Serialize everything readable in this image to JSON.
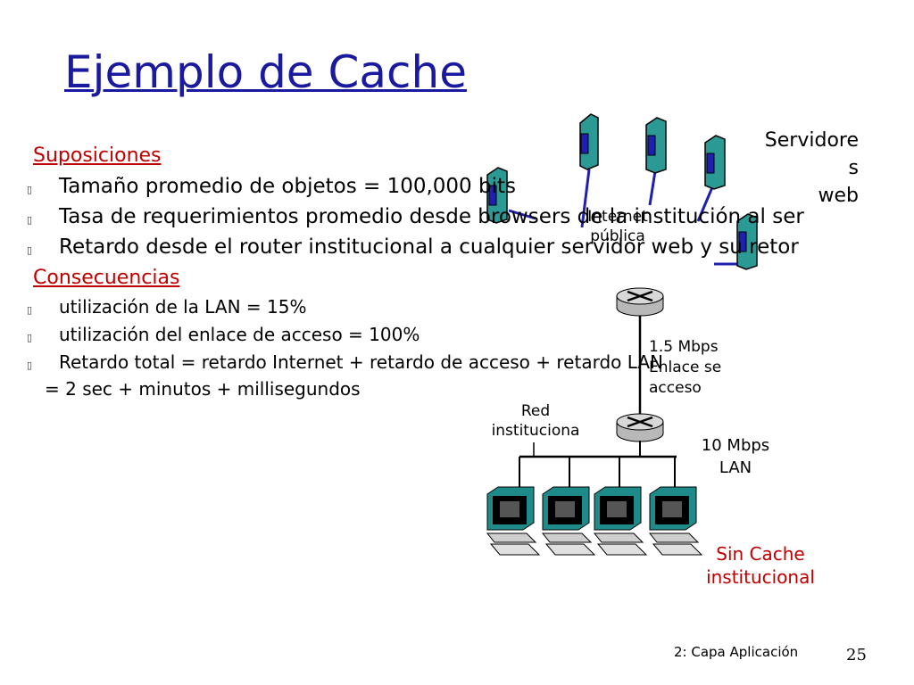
{
  "slide": {
    "title": "Ejemplo de Cache",
    "assumptions": {
      "heading": "Suposiciones",
      "items": [
        "Tamaño promedio de objetos = 100,000 bits",
        "Tasa de requerimientos promedio desde browsers de la institución al ser",
        "Retardo desde el router institucional a cualquier servidor web y su retor"
      ]
    },
    "consequences": {
      "heading": "Consecuencias",
      "items": [
        "utilización de la LAN = 15%",
        "utilización del enlace de acceso = 100%",
        "Retardo total = retardo Internet + retardo de acceso + retardo LAN"
      ],
      "continuation": "=  2 sec + minutos + millisegundos"
    },
    "bullet_marker": "▯"
  },
  "diagram": {
    "servers_label": [
      "Servidore",
      "s",
      "web"
    ],
    "internet_label": [
      "Internet",
      "pública"
    ],
    "access_link_label": [
      "1.5 Mbps",
      "Enlace se",
      "acceso"
    ],
    "institution_label": [
      "Red",
      "instituciona"
    ],
    "lan_label": [
      "10 Mbps",
      "LAN"
    ],
    "no_cache_label": [
      "Sin Cache",
      "institucional"
    ]
  },
  "footer": {
    "chapter": "2: Capa Aplicación",
    "page": "25"
  }
}
